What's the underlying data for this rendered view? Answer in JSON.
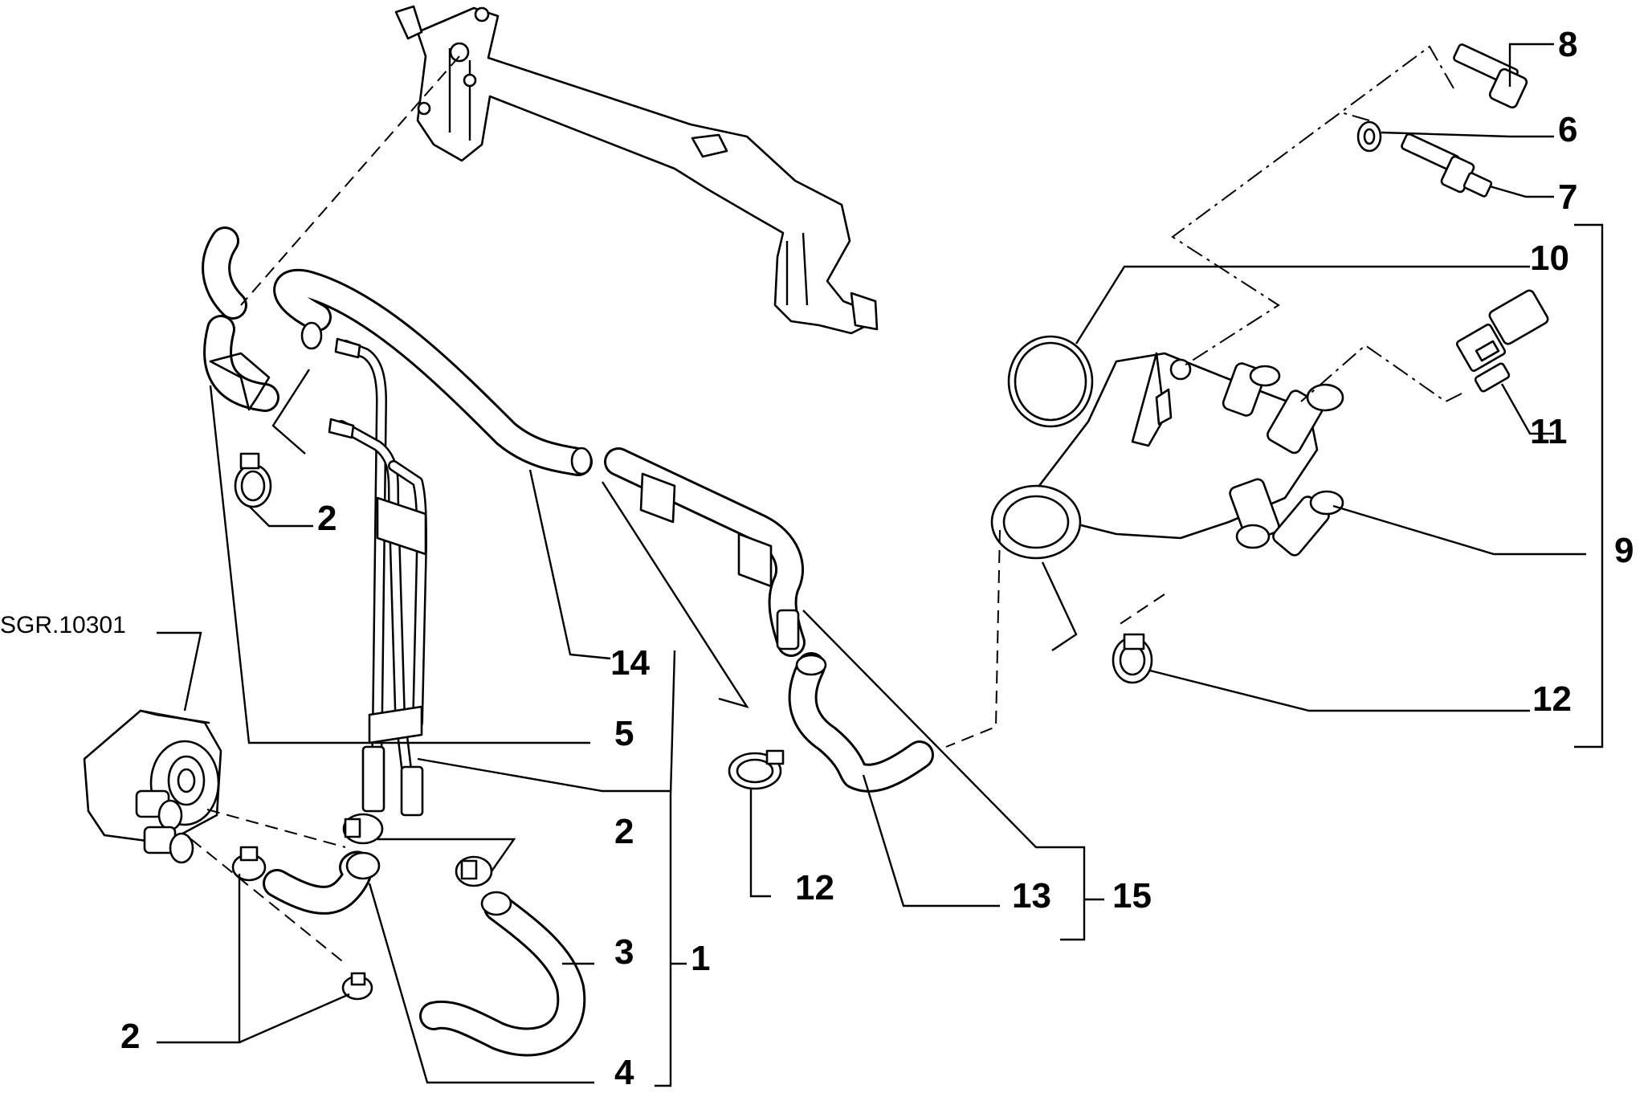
{
  "diagram": {
    "reference_code": "SGR.10301",
    "labels": {
      "p1": "1",
      "p2a": "2",
      "p2b": "2",
      "p2c": "2",
      "p3": "3",
      "p4": "4",
      "p5": "5",
      "p6": "6",
      "p7": "7",
      "p8": "8",
      "p9": "9",
      "p10": "10",
      "p11": "11",
      "p12a": "12",
      "p12b": "12",
      "p13": "13",
      "p14": "14",
      "p15": "15"
    }
  }
}
